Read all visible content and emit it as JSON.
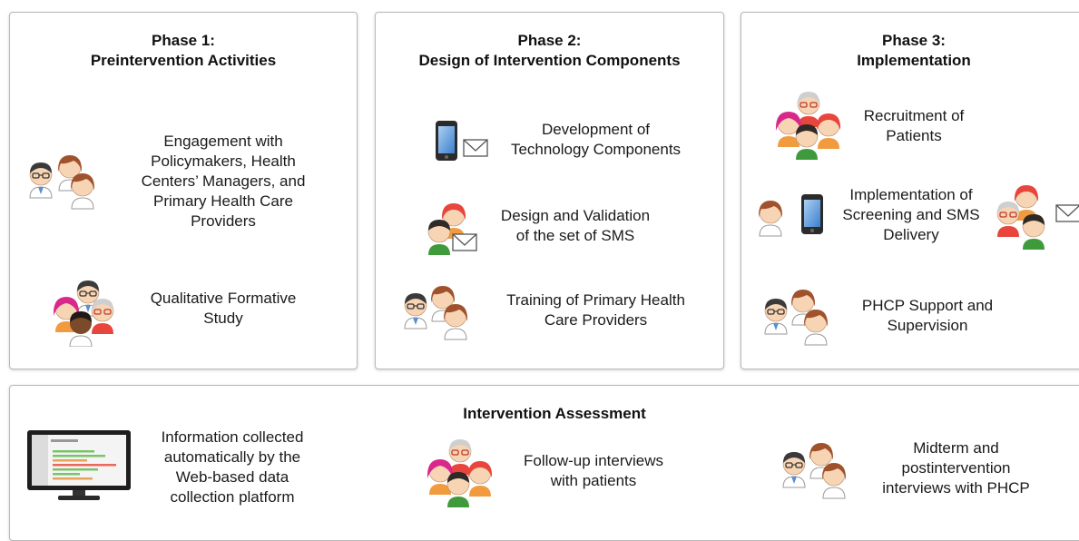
{
  "phases": [
    {
      "title_line1": "Phase 1:",
      "title_line2": "Preintervention Activities",
      "items": [
        {
          "text": "Engagement with\nPolicymakers, Health\nCenters’ Managers, and\nPrimary Health Care\nProviders",
          "icon": "group-of-people-icon"
        },
        {
          "text": "Qualitative Formative\nStudy",
          "icon": "group-of-people-icon"
        }
      ]
    },
    {
      "title_line1": "Phase 2:",
      "title_line2": "Design of Intervention Components",
      "items": [
        {
          "text": "Development of\nTechnology Components",
          "icon": "phone-icon"
        },
        {
          "text": "Design and Validation\nof the set of SMS",
          "icon": "people-with-envelope-icon"
        },
        {
          "text": "Training of Primary Health\nCare Providers",
          "icon": "group-of-people-icon"
        }
      ]
    },
    {
      "title_line1": "Phase 3:",
      "title_line2": "Implementation",
      "items": [
        {
          "text": "Recruitment of\nPatients",
          "icon": "group-of-people-icon"
        },
        {
          "text": "Implementation of\nScreening and SMS\nDelivery",
          "icon": "phone-and-envelope-icon"
        },
        {
          "text": "PHCP Support and\nSupervision",
          "icon": "group-of-people-icon"
        }
      ]
    }
  ],
  "assessment": {
    "title": "Intervention Assessment",
    "items": [
      {
        "text": "Information collected\nautomatically by the\nWeb-based data\ncollection platform",
        "icon": "monitor-icon"
      },
      {
        "text": "Follow-up interviews\nwith patients",
        "icon": "group-of-people-icon"
      },
      {
        "text": "Midterm and\npostintervention\ninterviews with PHCP",
        "icon": "group-of-people-icon"
      }
    ]
  },
  "colors": {
    "skin": "#f7d4b4",
    "hair_brown": "#a0522d",
    "hair_dark": "#3a2a1e",
    "shirt_green": "#3f9a3c",
    "red": "#e8453c",
    "orange": "#f19a3e",
    "magenta": "#d8288a",
    "grey_hair": "#cfcfcf"
  }
}
